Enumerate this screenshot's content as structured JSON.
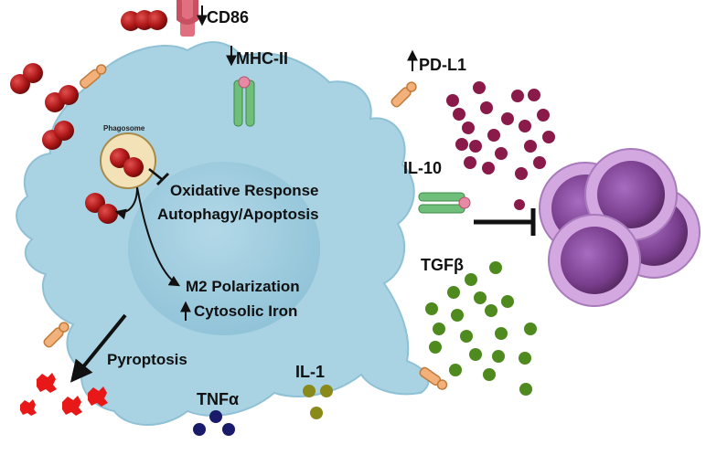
{
  "labels": {
    "cd86": "CD86",
    "mhc2": "MHC-II",
    "pdl1": "PD-L1",
    "phagosome": "Phagosome",
    "il10": "IL-10",
    "tgfb": "TGFβ",
    "oxidative": "Oxidative Response",
    "autophagy": "Autophagy/Apoptosis",
    "m2": "M2 Polarization",
    "iron": "Cytosolic Iron",
    "pyroptosis": "Pyroptosis",
    "il1": "IL-1",
    "tnfa": "TNFα"
  },
  "colors": {
    "macrophage": "#a9d3e3",
    "macrophage_edge": "#7fb4ca",
    "nucleus": "#96c6da",
    "bacteria": "#b01818",
    "il10_dots": "#8a1a4a",
    "tgfb_dots": "#4e8a1e",
    "tcell_outer": "#d3a8e0",
    "tcell_inner": "#7a3e8e",
    "pyroptosis": "#e81818",
    "il1_dots": "#8a8a1a",
    "tnfa_dots": "#1a1a6a",
    "mhc": "#6fbf7a",
    "receptor": "#f2b07a"
  },
  "arrows": {
    "cd86": "down",
    "mhc2": "down",
    "pdl1": "up",
    "iron": "up"
  }
}
